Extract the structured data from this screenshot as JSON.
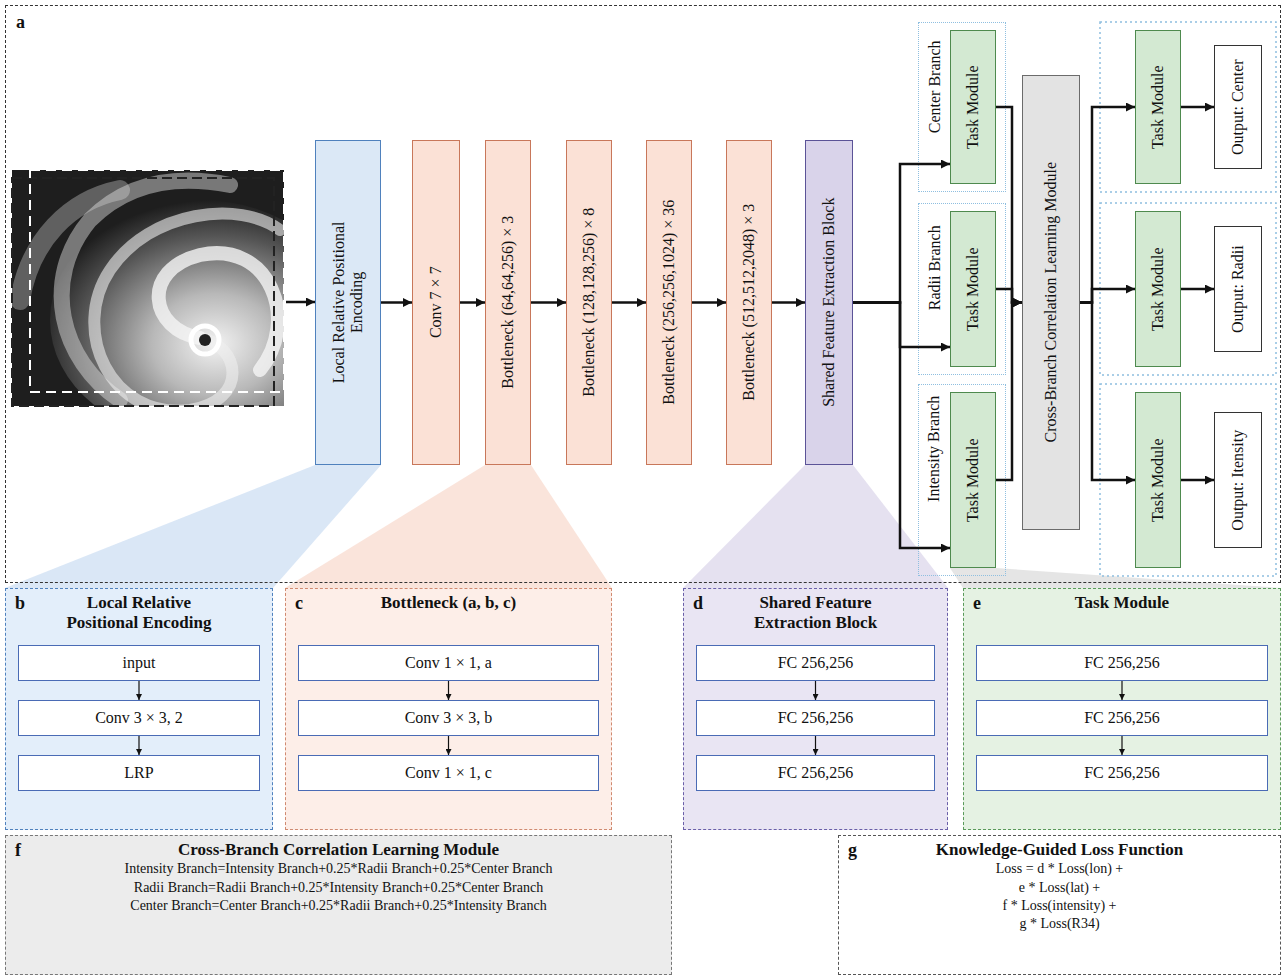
{
  "diagram": {
    "nodes": [
      {
        "text": [
          "a"
        ]
      },
      {
        "text": [
          "Local Relative Positional Encoding"
        ],
        "in": 0
      },
      {
        "text": [
          "Conv 7 × 7"
        ],
        "in": 0
      },
      {
        "text": [
          "Bottleneck (64,64,256) × 3"
        ],
        "in": 0
      },
      {
        "text": [
          "Bottleneck (128,128,256) × 8"
        ],
        "in": 0
      },
      {
        "text": [
          "Bottleneck (256,256,1024) × 36"
        ],
        "in": 0
      },
      {
        "text": [
          "Bottleneck (512,512,2048) × 3"
        ],
        "in": 0
      },
      {
        "text": [
          "Shared Feature Extraction Block"
        ],
        "in": 0
      },
      {
        "text": [
          "Center Branch"
        ],
        "in": 0
      },
      {
        "text": [
          "Task Module"
        ],
        "in": 8
      },
      {
        "text": [
          "Radii Branch"
        ],
        "in": 0
      },
      {
        "text": [
          "Task Module"
        ],
        "in": 10
      },
      {
        "text": [
          "Intensity Branch"
        ],
        "in": 0
      },
      {
        "text": [
          "Task Module"
        ],
        "in": 12
      },
      {
        "text": [
          "Cross-Branch Correlation Learning Module"
        ],
        "in": 0
      },
      {
        "text": [
          "Task Module"
        ],
        "in": 0
      },
      {
        "text": [
          "Output: Center"
        ],
        "in": 0
      },
      {
        "text": [
          "Task Module"
        ],
        "in": 0
      },
      {
        "text": [
          "Output: Radii"
        ],
        "in": 0
      },
      {
        "text": [
          "Task Module"
        ],
        "in": 0
      },
      {
        "text": [
          "Output: Itensity"
        ],
        "in": 0
      },
      {
        "text": [
          "b",
          "Local Relative Positional Encoding"
        ]
      },
      {
        "text": [
          "input"
        ],
        "in": 21
      },
      {
        "text": [
          "Conv 3 × 3, 2"
        ],
        "in": 21
      },
      {
        "text": [
          "LRP"
        ],
        "in": 21
      },
      {
        "text": [
          "c",
          "Bottleneck (a, b, c)"
        ]
      },
      {
        "text": [
          "Conv 1 × 1, a"
        ],
        "in": 25
      },
      {
        "text": [
          "Conv 3 × 3, b"
        ],
        "in": 25
      },
      {
        "text": [
          "Conv 1 × 1, c"
        ],
        "in": 25
      },
      {
        "text": [
          "d",
          "Shared Feature Extraction Block"
        ]
      },
      {
        "text": [
          "FC 256,256"
        ],
        "in": 29
      },
      {
        "text": [
          "FC 256,256"
        ],
        "in": 29
      },
      {
        "text": [
          "FC 256,256"
        ],
        "in": 29
      },
      {
        "text": [
          "e",
          "Task Module"
        ]
      },
      {
        "text": [
          "FC 256,256"
        ],
        "in": 33
      },
      {
        "text": [
          "FC 256,256"
        ],
        "in": 33
      },
      {
        "text": [
          "FC 256,256"
        ],
        "in": 33
      },
      {
        "text": [
          "f",
          "Cross-Branch Correlation Learning Module",
          "Intensity Branch=Intensity Branch+0.25*Radii Branch+0.25*Center Branch",
          "Radii Branch=Radii Branch+0.25*Intensity Branch+0.25*Center Branch",
          "Center Branch=Center Branch+0.25*Radii Branch+0.25*Intensity Branch"
        ]
      },
      {
        "text": [
          "g",
          "Knowledge-Guided Loss Function",
          "Loss = d * Loss(lon) +",
          "e * Loss(lat) +",
          "f * Loss(intensity) +",
          "g * Loss(R34)"
        ]
      }
    ],
    "edges": [
      {
        "from": 1,
        "to": 2,
        "arrow": "to"
      },
      {
        "from": 2,
        "to": 3,
        "arrow": "to"
      },
      {
        "from": 3,
        "to": 4,
        "arrow": "to"
      },
      {
        "from": 4,
        "to": 5,
        "arrow": "to"
      },
      {
        "from": 5,
        "to": 6,
        "arrow": "to"
      },
      {
        "from": 6,
        "to": 7,
        "arrow": "to"
      },
      {
        "from": 7,
        "to": 9,
        "arrow": "to"
      },
      {
        "from": 7,
        "to": 11,
        "arrow": "to"
      },
      {
        "from": 7,
        "to": 13,
        "arrow": "to"
      },
      {
        "from": 9,
        "to": 14,
        "arrow": "to"
      },
      {
        "from": 11,
        "to": 14,
        "arrow": "to"
      },
      {
        "from": 13,
        "to": 14,
        "arrow": "to"
      },
      {
        "from": 14,
        "to": 15,
        "arrow": "to"
      },
      {
        "from": 14,
        "to": 17,
        "arrow": "to"
      },
      {
        "from": 14,
        "to": 19,
        "arrow": "to"
      },
      {
        "from": 15,
        "to": 16,
        "arrow": "to"
      },
      {
        "from": 17,
        "to": 18,
        "arrow": "to"
      },
      {
        "from": 19,
        "to": 20,
        "arrow": "to"
      },
      {
        "from": 22,
        "to": 23,
        "arrow": "to"
      },
      {
        "from": 23,
        "to": 24,
        "arrow": "to"
      },
      {
        "from": 26,
        "to": 27,
        "arrow": "to"
      },
      {
        "from": 27,
        "to": 28,
        "arrow": "to"
      },
      {
        "from": 30,
        "to": 31,
        "arrow": "to"
      },
      {
        "from": 31,
        "to": 32,
        "arrow": "to"
      },
      {
        "from": 34,
        "to": 35,
        "arrow": "to"
      },
      {
        "from": 35,
        "to": 36,
        "arrow": "to"
      }
    ]
  }
}
